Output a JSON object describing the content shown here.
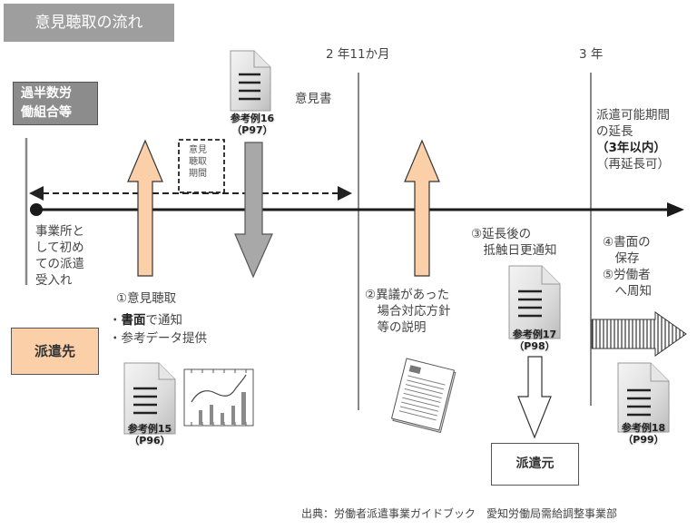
{
  "title": "意見聴取の流れ",
  "actors": {
    "union": [
      "過半数労",
      "働組合等"
    ],
    "client": "派遣先",
    "dispatcher": "派遣元"
  },
  "timeline": {
    "start_label": [
      "事業所と",
      "して初め",
      "ての派遣",
      "受入れ"
    ],
    "marker_2y11m": "2 年11か月",
    "marker_3y": "3 年",
    "period_box": [
      "意見",
      "聴取",
      "期間"
    ]
  },
  "steps": {
    "step1": {
      "title": "①意見聴取",
      "bullet1_bold": "書面",
      "bullet1_rest": "で通知",
      "bullet2": "参考データ提供",
      "bullet_mark": "・"
    },
    "opinion_doc_label": "意見書",
    "step2": [
      "②異議があった",
      "　場合対応方針",
      "　等の説明"
    ],
    "step3": [
      "③延長後の",
      "　抵触日更通知"
    ],
    "step45": [
      "④書面の",
      "　保存",
      "⑤労働者",
      "　へ周知"
    ],
    "extension": {
      "line1": "派遣可能期間",
      "line2": "の延長",
      "line3": "（3年以内）",
      "line4": "（再延長可）"
    }
  },
  "documents": [
    {
      "name": "参考例15",
      "page": "（P96）"
    },
    {
      "name": "参考例16",
      "page": "（P97）"
    },
    {
      "name": "参考例17",
      "page": "（P98）"
    },
    {
      "name": "参考例18",
      "page": "（P99）"
    }
  ],
  "footer": "出典：労働者派遣事業ガイドブック　愛知労働局需給調整事業部",
  "colors": {
    "title_bg": "#9e9e9e",
    "union_bg": "#8c8c8c",
    "client_bg": "#fbcfa8",
    "arrow_orange": "#fbcfa8",
    "arrow_gray": "#a8a8a8"
  }
}
